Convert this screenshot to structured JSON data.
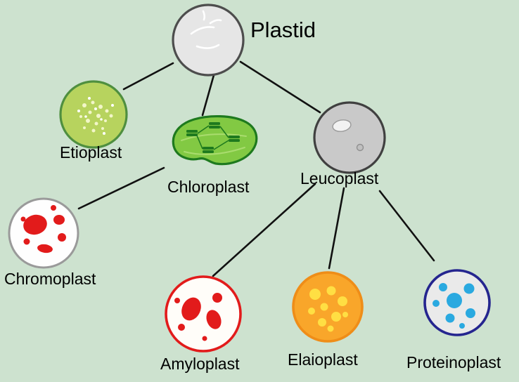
{
  "page": {
    "background_color": "#cde2cf"
  },
  "diagram": {
    "title": "Plastid",
    "nodes": [
      {
        "id": "plastid",
        "label": "Plastid",
        "fill": "#e6e6e6",
        "stroke": "#4d4d4d"
      },
      {
        "id": "etioplast",
        "label": "Etioplast",
        "fill": "#b7d35e",
        "stroke": "#4f8f3f",
        "accent": "#f2f6c8"
      },
      {
        "id": "chloroplast",
        "label": "Chloroplast",
        "fill": "#82c943",
        "stroke": "#1e7a1e",
        "accent": "#1e7a1e"
      },
      {
        "id": "leucoplast",
        "label": "Leucoplast",
        "fill": "#c9c9c9",
        "stroke": "#404040"
      },
      {
        "id": "chromoplast",
        "label": "Chromoplast",
        "fill": "#fefefe",
        "stroke": "#9a9a9a",
        "accent": "#e21b1b"
      },
      {
        "id": "amyloplast",
        "label": "Amyloplast",
        "fill": "#fffdf9",
        "stroke": "#e21b1b",
        "accent": "#e21b1b"
      },
      {
        "id": "elaioplast",
        "label": "Elaioplast",
        "fill": "#f9a62a",
        "stroke": "#ef8d18",
        "accent": "#ffdf43"
      },
      {
        "id": "proteinoplast",
        "label": "Proteinoplast",
        "fill": "#eaeaea",
        "stroke": "#25258f",
        "accent": "#2aa9e0"
      }
    ],
    "edges": [
      {
        "from": "plastid",
        "to": "etioplast"
      },
      {
        "from": "plastid",
        "to": "chloroplast"
      },
      {
        "from": "plastid",
        "to": "leucoplast"
      },
      {
        "from": "chloroplast",
        "to": "chromoplast"
      },
      {
        "from": "leucoplast",
        "to": "amyloplast"
      },
      {
        "from": "leucoplast",
        "to": "elaioplast"
      },
      {
        "from": "leucoplast",
        "to": "proteinoplast"
      }
    ]
  }
}
